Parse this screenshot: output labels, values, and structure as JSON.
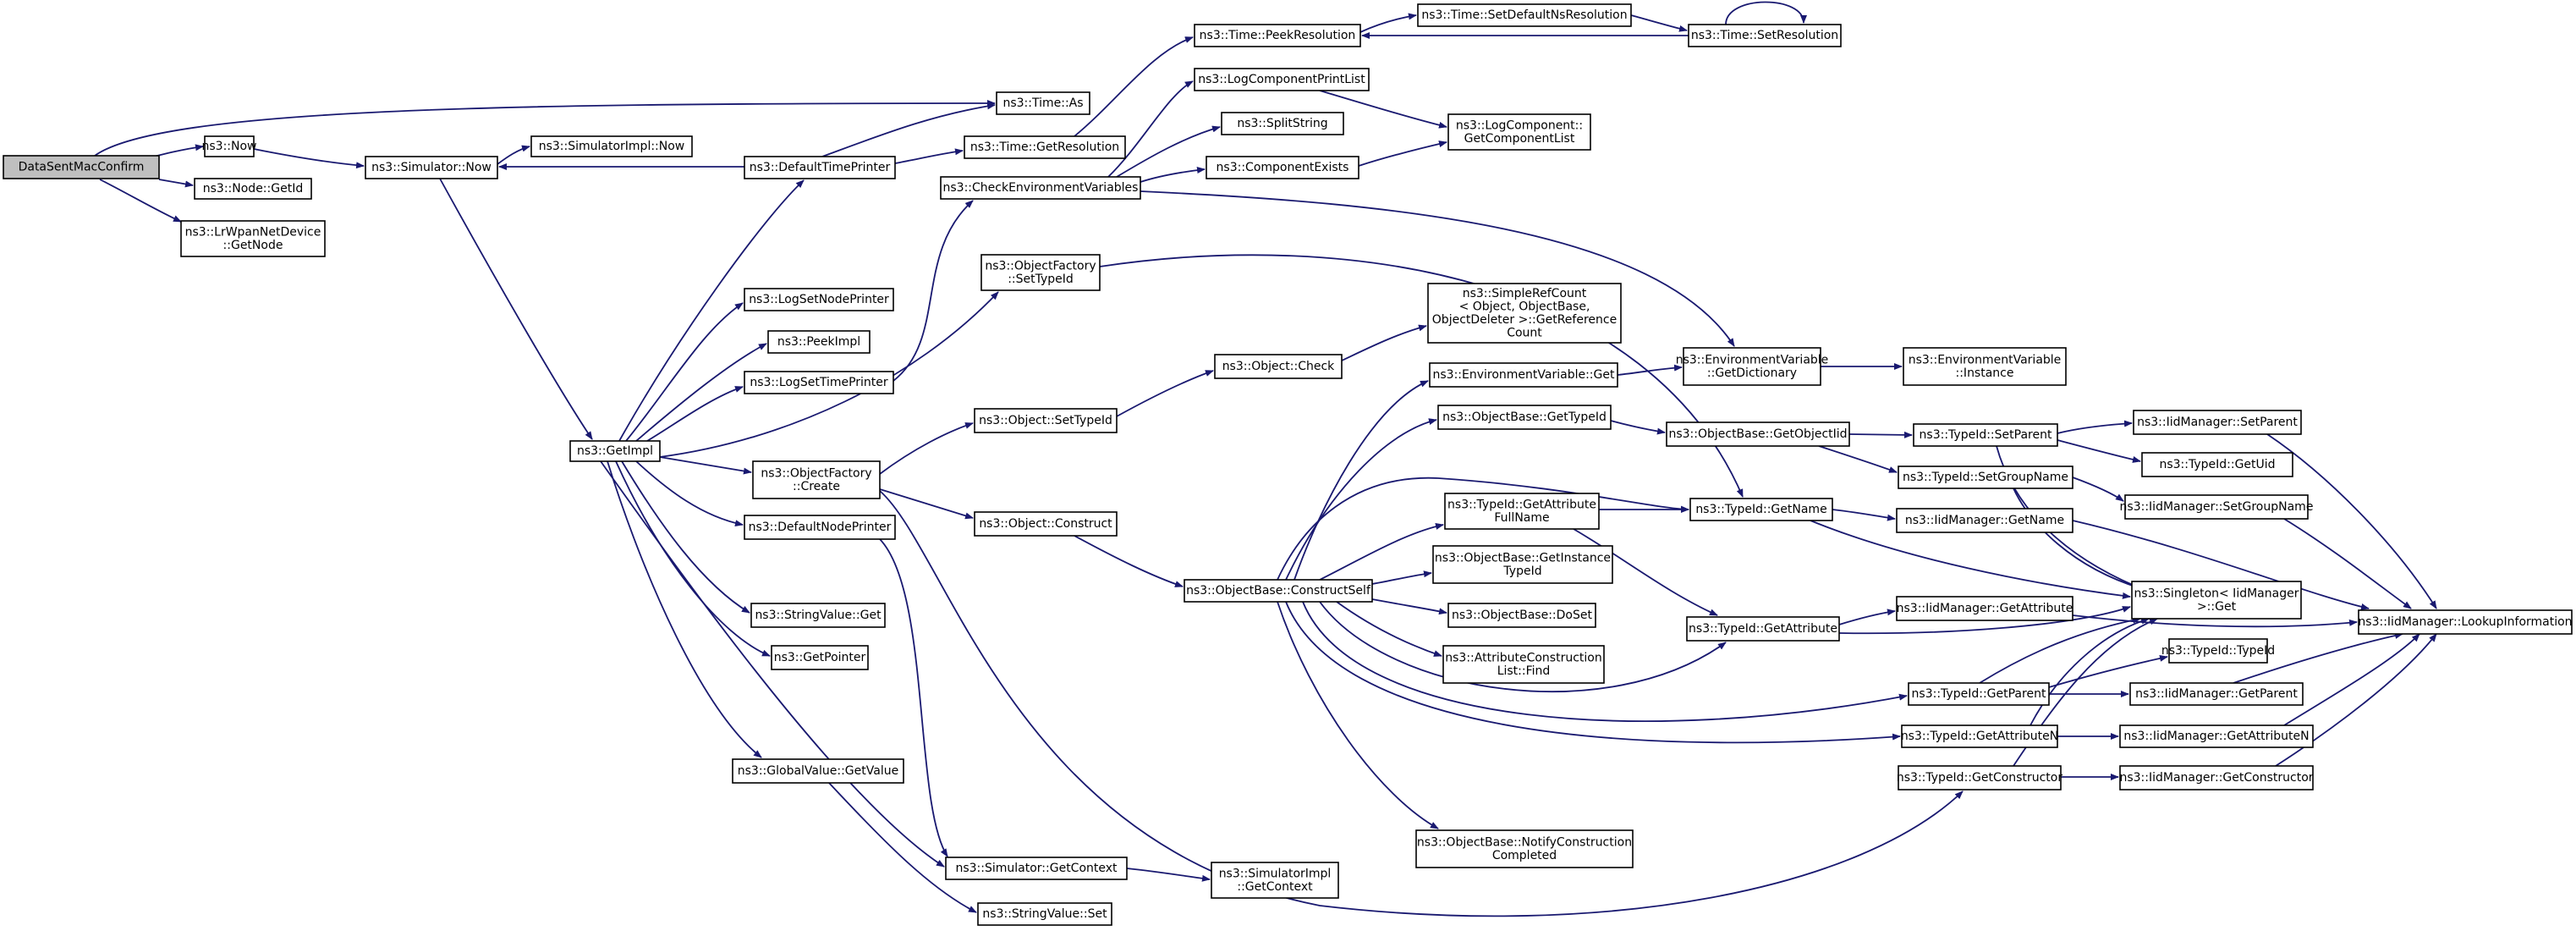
{
  "diagram": {
    "colors": {
      "edge": "#191970",
      "node_border": "#000000",
      "root_fill": "#bfbfbf",
      "node_fill": "#ffffff"
    },
    "nodes": [
      {
        "id": "root",
        "lines": [
          "DataSentMacConfirm"
        ]
      },
      {
        "id": "now",
        "lines": [
          "ns3::Now"
        ]
      },
      {
        "id": "nodegetid",
        "lines": [
          "ns3::Node::GetId"
        ]
      },
      {
        "id": "lrwpan",
        "lines": [
          "ns3::LrWpanNetDevice",
          "::GetNode"
        ]
      },
      {
        "id": "simnow",
        "lines": [
          "ns3::Simulator::Now"
        ]
      },
      {
        "id": "simimplnow",
        "lines": [
          "ns3::SimulatorImpl::Now"
        ]
      },
      {
        "id": "getimpl",
        "lines": [
          "ns3::GetImpl"
        ]
      },
      {
        "id": "deftp",
        "lines": [
          "ns3::DefaultTimePrinter"
        ]
      },
      {
        "id": "timeas",
        "lines": [
          "ns3::Time::As"
        ]
      },
      {
        "id": "timegetres",
        "lines": [
          "ns3::Time::GetResolution"
        ]
      },
      {
        "id": "timepeek",
        "lines": [
          "ns3::Time::PeekResolution"
        ]
      },
      {
        "id": "setdefns",
        "lines": [
          "ns3::Time::SetDefaultNsResolution"
        ]
      },
      {
        "id": "setres",
        "lines": [
          "ns3::Time::SetResolution"
        ]
      },
      {
        "id": "logprint",
        "lines": [
          "ns3::LogComponentPrintList"
        ]
      },
      {
        "id": "logcomplist",
        "lines": [
          "ns3::LogComponent::",
          "GetComponentList"
        ]
      },
      {
        "id": "split",
        "lines": [
          "ns3::SplitString"
        ]
      },
      {
        "id": "compexists",
        "lines": [
          "ns3::ComponentExists"
        ]
      },
      {
        "id": "checkenv",
        "lines": [
          "ns3::CheckEnvironmentVariables"
        ]
      },
      {
        "id": "ofsettype",
        "lines": [
          "ns3::ObjectFactory",
          "::SetTypeId"
        ]
      },
      {
        "id": "simplerc",
        "lines": [
          "ns3::SimpleRefCount",
          "< Object, ObjectBase,",
          "ObjectDeleter >::GetReference",
          "Count"
        ]
      },
      {
        "id": "logsetnode",
        "lines": [
          "ns3::LogSetNodePrinter"
        ]
      },
      {
        "id": "peekimpl",
        "lines": [
          "ns3::PeekImpl"
        ]
      },
      {
        "id": "logsettime",
        "lines": [
          "ns3::LogSetTimePrinter"
        ]
      },
      {
        "id": "objcheck",
        "lines": [
          "ns3::Object::Check"
        ]
      },
      {
        "id": "envget",
        "lines": [
          "ns3::EnvironmentVariable::Get"
        ]
      },
      {
        "id": "envdict",
        "lines": [
          "ns3::EnvironmentVariable",
          "::GetDictionary"
        ]
      },
      {
        "id": "envinst",
        "lines": [
          "ns3::EnvironmentVariable",
          "::Instance"
        ]
      },
      {
        "id": "objsettype",
        "lines": [
          "ns3::Object::SetTypeId"
        ]
      },
      {
        "id": "obgettype",
        "lines": [
          "ns3::ObjectBase::GetTypeId"
        ]
      },
      {
        "id": "obgetoiid",
        "lines": [
          "ns3::ObjectBase::GetObjectIid"
        ]
      },
      {
        "id": "tidsetparent",
        "lines": [
          "ns3::TypeId::SetParent"
        ]
      },
      {
        "id": "iidsetparent",
        "lines": [
          "ns3::IidManager::SetParent"
        ]
      },
      {
        "id": "tidgetuid",
        "lines": [
          "ns3::TypeId::GetUid"
        ]
      },
      {
        "id": "ofcreate",
        "lines": [
          "ns3::ObjectFactory",
          "::Create"
        ]
      },
      {
        "id": "tidsetgroup",
        "lines": [
          "ns3::TypeId::SetGroupName"
        ]
      },
      {
        "id": "iidsetgroup",
        "lines": [
          "ns3::IidManager::SetGroupName"
        ]
      },
      {
        "id": "tidgetattrfull",
        "lines": [
          "ns3::TypeId::GetAttribute",
          "FullName"
        ]
      },
      {
        "id": "tidgetname",
        "lines": [
          "ns3::TypeId::GetName"
        ]
      },
      {
        "id": "iidgetname",
        "lines": [
          "ns3::IidManager::GetName"
        ]
      },
      {
        "id": "defnp",
        "lines": [
          "ns3::DefaultNodePrinter"
        ]
      },
      {
        "id": "objconstruct",
        "lines": [
          "ns3::Object::Construct"
        ]
      },
      {
        "id": "obgetinst",
        "lines": [
          "ns3::ObjectBase::GetInstance",
          "TypeId"
        ]
      },
      {
        "id": "obconstructself",
        "lines": [
          "ns3::ObjectBase::ConstructSelf"
        ]
      },
      {
        "id": "singleton",
        "lines": [
          "ns3::Singleton< IidManager",
          ">::Get"
        ]
      },
      {
        "id": "strget",
        "lines": [
          "ns3::StringValue::Get"
        ]
      },
      {
        "id": "obdoset",
        "lines": [
          "ns3::ObjectBase::DoSet"
        ]
      },
      {
        "id": "iidgetattr",
        "lines": [
          "ns3::IidManager::GetAttribute"
        ]
      },
      {
        "id": "iidlookup",
        "lines": [
          "ns3::IidManager::LookupInformation"
        ]
      },
      {
        "id": "tidgetattr",
        "lines": [
          "ns3::TypeId::GetAttribute"
        ]
      },
      {
        "id": "getpointer",
        "lines": [
          "ns3::GetPointer"
        ]
      },
      {
        "id": "acfind",
        "lines": [
          "ns3::AttributeConstruction",
          "List::Find"
        ]
      },
      {
        "id": "tidtypeid",
        "lines": [
          "ns3::TypeId::TypeId"
        ]
      },
      {
        "id": "tidgetparent",
        "lines": [
          "ns3::TypeId::GetParent"
        ]
      },
      {
        "id": "iidgetparent",
        "lines": [
          "ns3::IidManager::GetParent"
        ]
      },
      {
        "id": "tidgetattrn",
        "lines": [
          "ns3::TypeId::GetAttributeN"
        ]
      },
      {
        "id": "iidgetattrn",
        "lines": [
          "ns3::IidManager::GetAttributeN"
        ]
      },
      {
        "id": "gvgetvalue",
        "lines": [
          "ns3::GlobalValue::GetValue"
        ]
      },
      {
        "id": "tidgetctor",
        "lines": [
          "ns3::TypeId::GetConstructor"
        ]
      },
      {
        "id": "iidgetctor",
        "lines": [
          "ns3::IidManager::GetConstructor"
        ]
      },
      {
        "id": "obnotify",
        "lines": [
          "ns3::ObjectBase::NotifyConstruction",
          "Completed"
        ]
      },
      {
        "id": "simgetctx",
        "lines": [
          "ns3::Simulator::GetContext"
        ]
      },
      {
        "id": "simimplctx",
        "lines": [
          "ns3::SimulatorImpl",
          "::GetContext"
        ]
      },
      {
        "id": "strset",
        "lines": [
          "ns3::StringValue::Set"
        ]
      }
    ]
  }
}
